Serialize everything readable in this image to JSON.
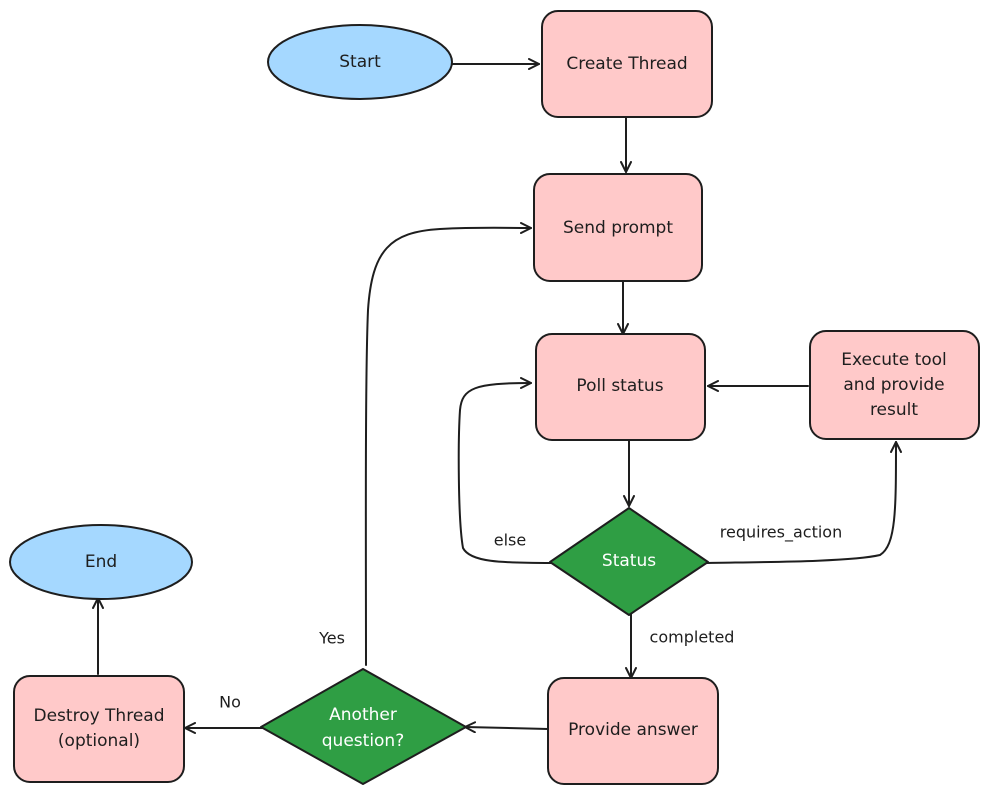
{
  "colors": {
    "terminal_fill": "#a5d8ff",
    "process_fill": "#ffc9c9",
    "decision_fill": "#2f9e44",
    "stroke": "#1e1e1e"
  },
  "nodes": {
    "start": {
      "label": "Start"
    },
    "create_thread": {
      "label": "Create Thread"
    },
    "send_prompt": {
      "label": "Send prompt"
    },
    "poll_status": {
      "label": "Poll status"
    },
    "execute_tool": {
      "lines": [
        "Execute tool",
        "and provide",
        "result"
      ]
    },
    "status": {
      "label": "Status"
    },
    "provide_answer": {
      "label": "Provide answer"
    },
    "another_question": {
      "lines": [
        "Another",
        "question?"
      ]
    },
    "destroy_thread": {
      "lines": [
        "Destroy Thread",
        "(optional)"
      ]
    },
    "end": {
      "label": "End"
    }
  },
  "edges": {
    "else": "else",
    "requires_action": "requires_action",
    "completed": "completed",
    "yes": "Yes",
    "no": "No"
  }
}
